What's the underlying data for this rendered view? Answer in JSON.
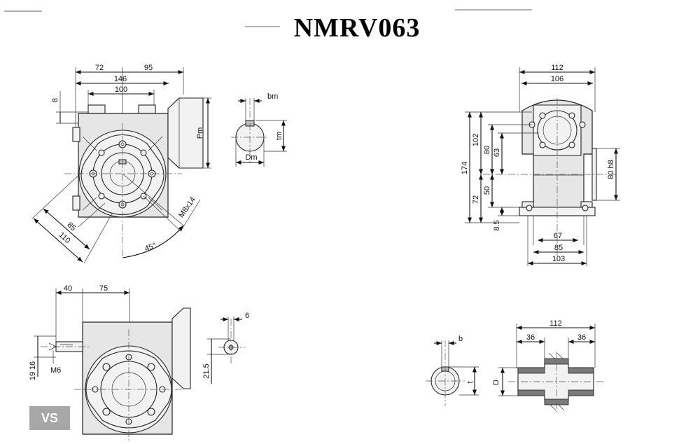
{
  "title": "NMRV063",
  "badge": "VS",
  "front_view": {
    "dims": {
      "d72": "72",
      "d95": "95",
      "d146": "146",
      "d100": "100",
      "d8": "8",
      "d85": "85",
      "d110": "110",
      "d45": "45°",
      "dM8": "M8x14",
      "dPm": "Pm"
    }
  },
  "key_detail_top": {
    "bm": "bm",
    "tm": "tm",
    "Dm": "Dm"
  },
  "side_view": {
    "dims": {
      "d112": "112",
      "d106": "106",
      "d174": "174",
      "d102": "102",
      "d80": "80",
      "d63": "63",
      "d50": "50",
      "d72": "72",
      "d85v": "8.5",
      "d80h8": "80 h8",
      "d67": "67",
      "d85": "85",
      "d103": "103"
    }
  },
  "input_view": {
    "dims": {
      "d40": "40",
      "d75": "75",
      "d19": "19",
      "d16": "16",
      "dM6": "M6",
      "d6": "6",
      "d215": "21.5"
    }
  },
  "shaft_detail": {
    "b": "b",
    "t": "t",
    "D": "D",
    "d112": "112",
    "d36a": "36",
    "d36b": "36"
  }
}
